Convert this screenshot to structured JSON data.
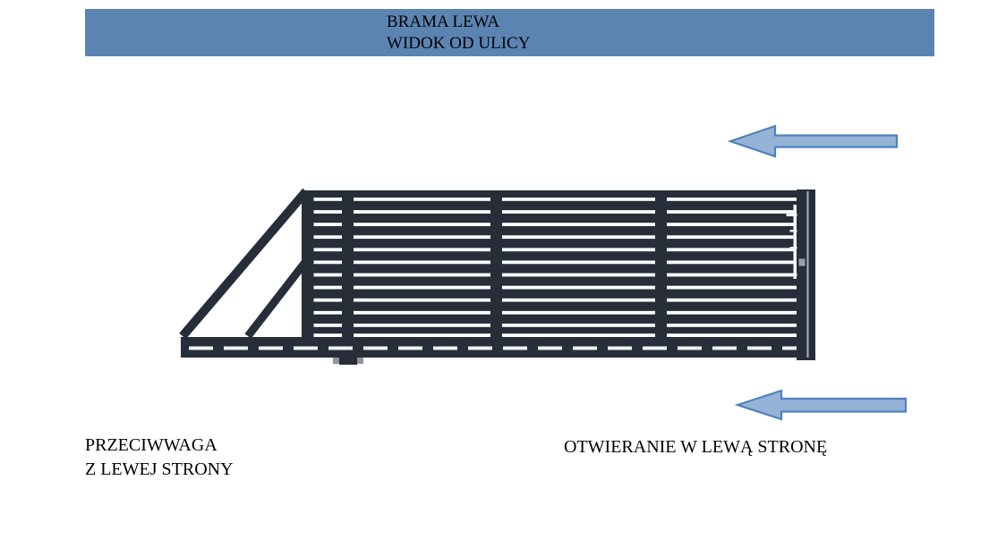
{
  "header": {
    "line1": "BRAMA LEWA",
    "line2": "WIDOK OD ULICY"
  },
  "labels": {
    "counterweight_line1": "PRZECIWWAGA",
    "counterweight_line2": "Z LEWEJ STRONY",
    "opening": "OTWIERANIE W LEWĄ STRONĘ"
  },
  "drawing": {
    "subject": "sliding gate, left version, view from street",
    "parts": [
      "counterweight-triangle",
      "slatted-gate-leaf",
      "bottom-rail",
      "end-post-with-handle",
      "guide-tab"
    ]
  },
  "icons": {
    "top_arrow": "left-block-arrow-icon",
    "bottom_arrow": "left-block-arrow-icon"
  },
  "colors": {
    "header_bg": "#5b84b3",
    "gate": "#272e3a",
    "arrow_fill": "#95b3d7",
    "arrow_border": "#4f81bd",
    "text": "#000000",
    "page_bg": "#ffffff"
  }
}
